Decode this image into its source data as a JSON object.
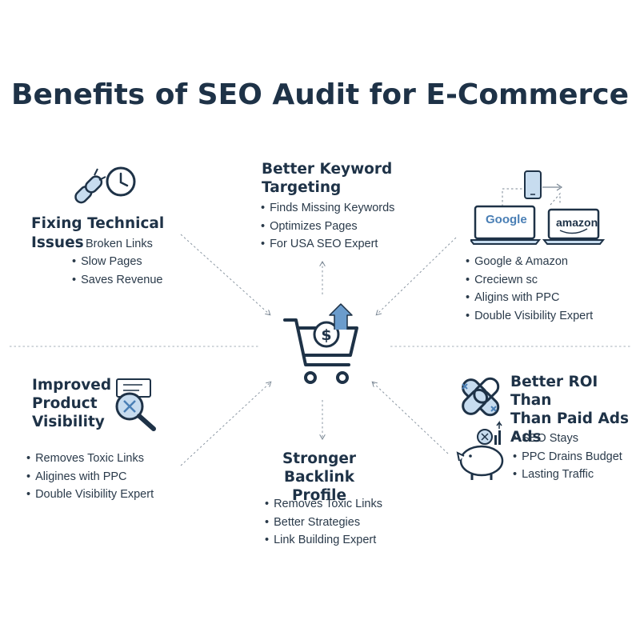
{
  "title": "Benefits of SEO Audit for E-Commerce",
  "accent_color": "#4a7fb5",
  "dark_color": "#1e3247",
  "center": {
    "icon": "shopping-cart-dollar-icon"
  },
  "sections": {
    "technical": {
      "heading": [
        "Fixing Technical",
        "Issues"
      ],
      "icon": "broken-link-clock-icon",
      "items": [
        "Broken Links",
        "Slow Pages",
        "Saves Revenue"
      ]
    },
    "keyword": {
      "heading": [
        "Better Keyword",
        "Targeting"
      ],
      "items": [
        "Finds Missing Keywords",
        "Optimizes Pages",
        "For USA SEO Expert"
      ]
    },
    "marketplace": {
      "icon": "laptops-phone-icon",
      "google_label": "Google",
      "amazon_label": "amazon",
      "items": [
        "Google & Amazon",
        "Creciewn sc",
        "Aligins with PPC",
        "Double Visibility Expert"
      ]
    },
    "visibility": {
      "heading": [
        "Improved",
        "Product",
        "Visibility"
      ],
      "icon": "magnifier-x-icon",
      "items": [
        "Removes Toxic Links",
        "Aligines with PPC",
        "Double Visibility Expert"
      ]
    },
    "backlink": {
      "heading": [
        "Stronger",
        "Backlink Profile"
      ],
      "items": [
        "Removes Toxic Links",
        "Better Strategies",
        "Link Building Expert"
      ]
    },
    "roi": {
      "heading": [
        "Better ROI Than",
        "Than Paid Ads",
        "Ads"
      ],
      "icon": "chain-piggybank-icon",
      "items": [
        "SEO Stays",
        "PPC Drains Budget",
        "Lasting Traffic"
      ]
    }
  }
}
